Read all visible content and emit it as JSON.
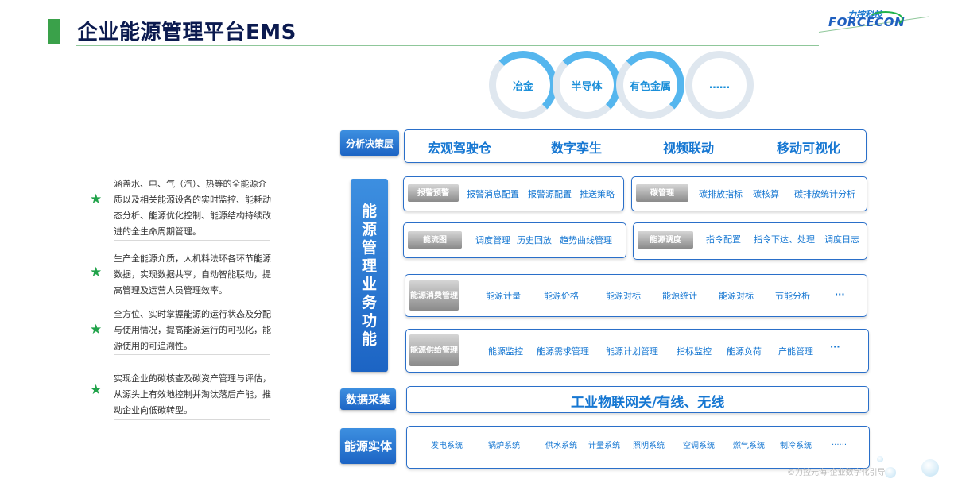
{
  "header": {
    "title": "企业能源管理平台EMS",
    "logo_top": "力控科技",
    "logo": "FORCECON"
  },
  "left_panel": {
    "items": [
      {
        "text": "涵盖水、电、气（汽）、热等的全能源介质以及相关能源设备的实时监控、能耗动态分析、能源优化控制、能源结构持续改进的全生命周期管理。"
      },
      {
        "text": "生产全能源介质，人机料法环各环节能源数据，实现数据共享，自动智能联动，提高管理及运营人员管理效率。"
      },
      {
        "text": "全方位、实时掌握能源的运行状态及分配与使用情况，提高能源运行的可视化，能源使用的可追溯性。"
      },
      {
        "text": "实现企业的碳核查及碳资产管理与评估，从源头上有效地控制并淘汰落后产能，推动企业向低碳转型。"
      }
    ]
  },
  "industries": [
    "冶金",
    "半导体",
    "有色金属",
    "……"
  ],
  "analysis": {
    "label": "分析决策层",
    "items": [
      "宏观驾驶仓",
      "数字孪生",
      "视频联动",
      "移动可视化"
    ]
  },
  "business": {
    "label": "能源管理业务功能",
    "label_chars": [
      "能",
      "源",
      "管",
      "理",
      "业",
      "务",
      "功",
      "能"
    ],
    "alarm": {
      "tag": "报警预警",
      "items": [
        "报警消息配置",
        "报警源配置",
        "推送策略"
      ]
    },
    "carbon": {
      "tag": "碳管理",
      "items": [
        "碳排放指标",
        "碳核算",
        "碳排放统计分析"
      ]
    },
    "flow": {
      "tag": "能流图",
      "items": [
        "调度管理",
        "历史回放",
        "趋势曲线管理"
      ]
    },
    "dispatch": {
      "tag": "能源调度",
      "items": [
        "指令配置",
        "指令下达、处理",
        "调度日志"
      ]
    },
    "consumption": {
      "tag": "能源消费管理",
      "items": [
        "能源计量",
        "能源价格",
        "能源对标",
        "能源统计",
        "能源对标",
        "节能分析",
        "···"
      ]
    },
    "supply": {
      "tag": "能源供给管理",
      "items": [
        "能源监控",
        "能源需求管理",
        "能源计划管理",
        "指标监控",
        "能源负荷",
        "产能管理",
        "···"
      ]
    }
  },
  "data_collection": {
    "label": "数据采集",
    "text": "工业物联网关/有线、无线"
  },
  "energy_entity": {
    "label": "能源实体",
    "items": [
      "发电系统",
      "锅炉系统",
      "供水系统",
      "计量系统",
      "照明系统",
      "空调系统",
      "燃气系统",
      "制冷系统",
      "......"
    ]
  },
  "watermark": "©力控元海-企业数字化引导"
}
